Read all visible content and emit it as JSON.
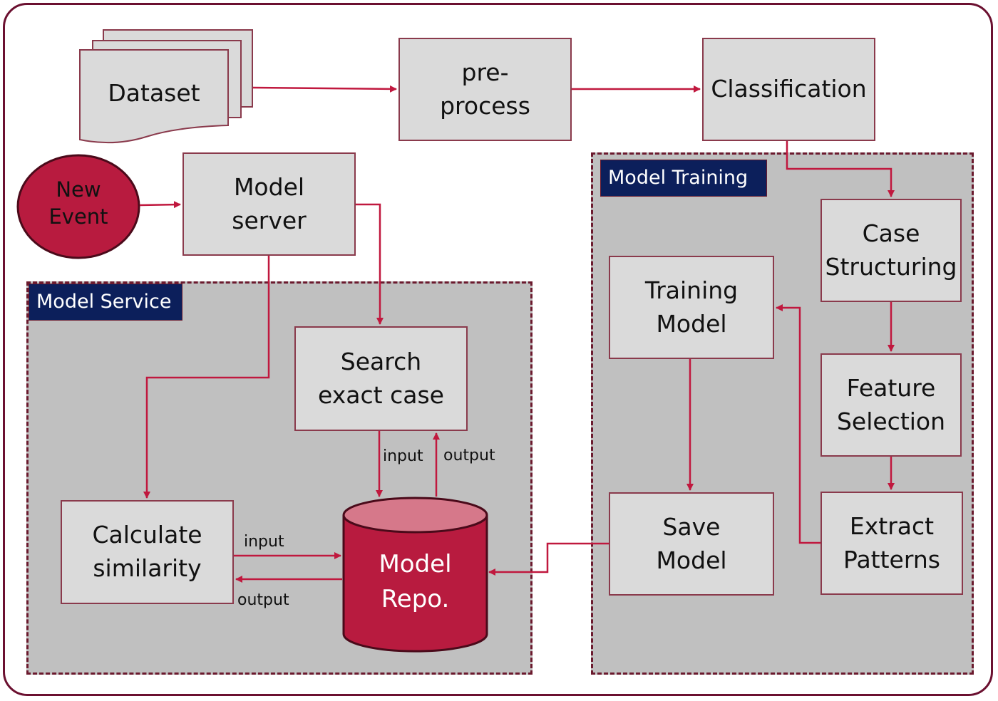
{
  "colors": {
    "arrow": "#c0183e",
    "frame": "#6b1030",
    "group_label_bg": "#0c1f5b",
    "box_fill": "#dadada",
    "group_fill": "#c0c0c0",
    "event_fill": "#b81b3f",
    "repo_fill": "#b81b3f",
    "repo_top": "#d6788a"
  },
  "nodes": {
    "dataset": "Dataset",
    "preprocess": "pre-\nprocess",
    "classification": "Classification",
    "new_event": "New\nEvent",
    "model_server": "Model\nserver",
    "search_exact_case": "Search\nexact case",
    "calculate_similarity": "Calculate\nsimilarity",
    "model_repo": "Model\nRepo.",
    "case_structuring": "Case\nStructuring",
    "feature_selection": "Feature\nSelection",
    "extract_patterns": "Extract\nPatterns",
    "training_model": "Training\nModel",
    "save_model": "Save\nModel"
  },
  "groups": {
    "model_service": "Model Service",
    "model_training": "Model Training"
  },
  "edge_labels": {
    "search_input": "input",
    "search_output": "output",
    "similarity_input": "input",
    "similarity_output": "output"
  }
}
